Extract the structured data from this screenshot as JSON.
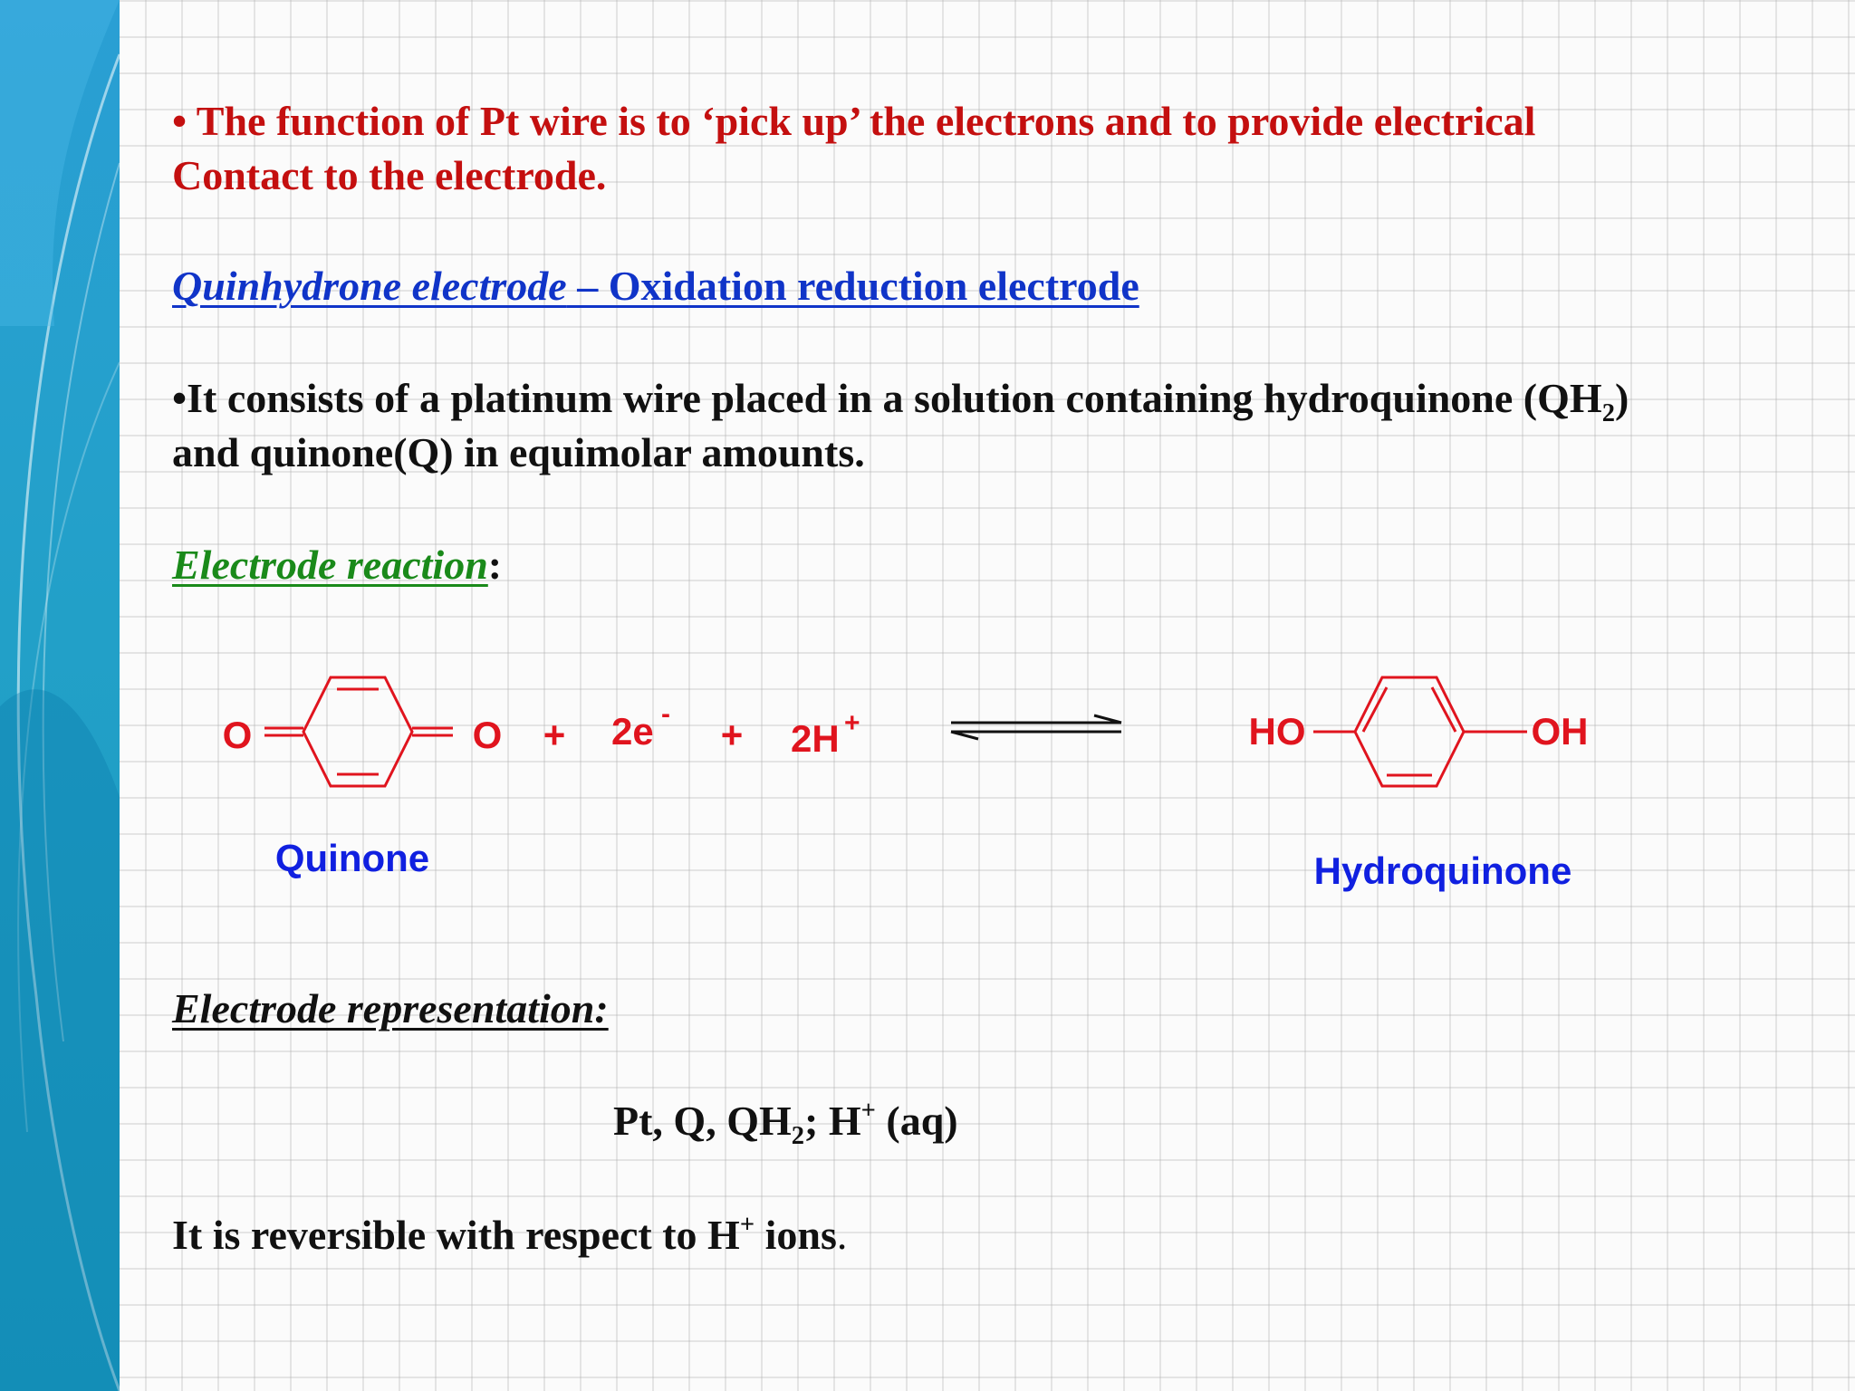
{
  "slide": {
    "bullet_1": {
      "line_1": "• The function of Pt wire is to ‘pick up’ the electrons and to provide   electrical",
      "line_2": "Contact to the electrode."
    },
    "heading_1": {
      "italic_part": "Quinhydrone electrode",
      "rest": " – Oxidation reduction electrode"
    },
    "bullet_2": {
      "line_1_pre": "•It consists of a platinum wire placed in a solution containing hydroquinone (QH",
      "line_1_sub": "2",
      "line_1_post": ")",
      "line_2": "and quinone(Q) in equimolar amounts."
    },
    "heading_2": {
      "text": "Electrode reaction",
      "suffix": ":"
    },
    "reaction": {
      "quinone_left_o": "O",
      "quinone_right_o": "O",
      "plus_1": "+",
      "electrons": "2e",
      "electrons_sup": "-",
      "plus_2": "+",
      "protons": "2H",
      "protons_sup": "+",
      "hydroquinone_left": "HO",
      "hydroquinone_right": "OH",
      "quinone_label": "Quinone",
      "hydroquinone_label": "Hydroquinone"
    },
    "heading_3": "Electrode representation:",
    "representation": {
      "pre": "Pt, Q, QH",
      "sub": "2",
      "mid": "; H",
      "sup": "+",
      "post": " (aq)"
    },
    "footer": {
      "pre": "It is reversible with respect to H",
      "sup": "+",
      "post": " ions",
      "period": "."
    }
  },
  "colors": {
    "red": "#c40f0f",
    "blue": "#1034c8",
    "green": "#1a8a1a",
    "black": "#111111",
    "sidebar": "#22a0c8"
  }
}
